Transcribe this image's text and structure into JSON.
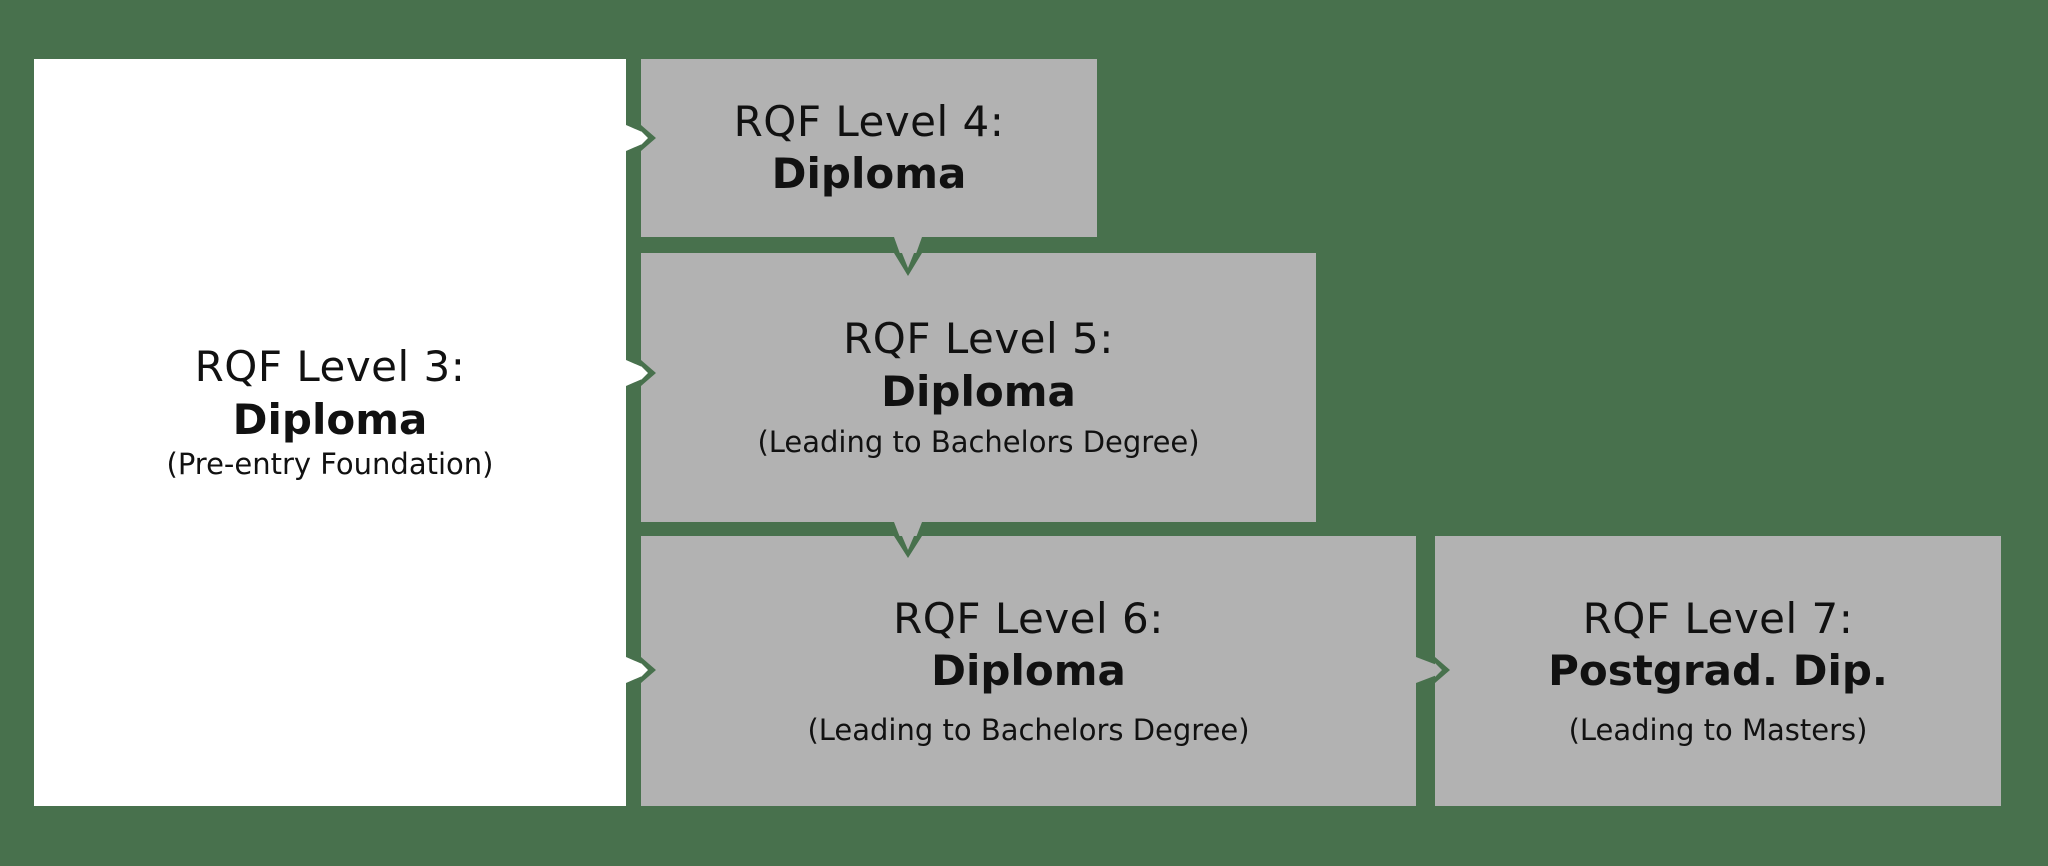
{
  "diagram": {
    "type": "qualification-progression",
    "colors": {
      "background": "#48714d",
      "level3_box": "#ffffff",
      "higher_level_box": "#b2b2b2",
      "text": "#111111"
    },
    "levels": [
      {
        "id": "level3",
        "title": "RQF Level 3:",
        "name": "Diploma",
        "note": "(Pre-entry Foundation)"
      },
      {
        "id": "level4",
        "title": "RQF Level 4:",
        "name": "Diploma",
        "note": ""
      },
      {
        "id": "level5",
        "title": "RQF Level 5:",
        "name": "Diploma",
        "note": "(Leading to Bachelors Degree)"
      },
      {
        "id": "level6",
        "title": "RQF Level 6:",
        "name": "Diploma",
        "note": "(Leading to Bachelors Degree)"
      },
      {
        "id": "level7",
        "title": "RQF Level 7:",
        "name": "Postgrad. Dip.",
        "note": "(Leading to Masters)"
      }
    ],
    "connectors": [
      {
        "from": "level3",
        "to": "level4",
        "direction": "right"
      },
      {
        "from": "level3",
        "to": "level5",
        "direction": "right"
      },
      {
        "from": "level3",
        "to": "level6",
        "direction": "right"
      },
      {
        "from": "level4",
        "to": "level5",
        "direction": "down"
      },
      {
        "from": "level5",
        "to": "level6",
        "direction": "down"
      },
      {
        "from": "level6",
        "to": "level7",
        "direction": "right"
      }
    ]
  }
}
